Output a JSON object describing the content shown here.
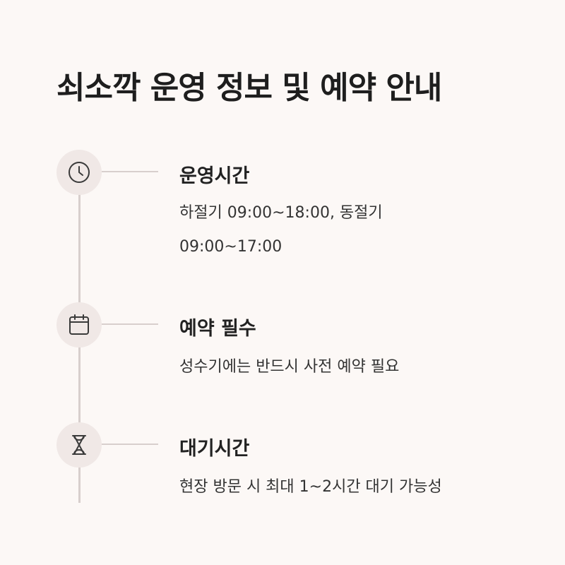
{
  "title": "쇠소깍 운영 정보 및 예약 안내",
  "items": [
    {
      "icon": "clock-icon",
      "heading": "운영시간",
      "desc_line1": "하절기 09:00~18:00, 동절기",
      "desc_line2": "09:00~17:00"
    },
    {
      "icon": "calendar-icon",
      "heading": "예약 필수",
      "desc_line1": "성수기에는 반드시 사전 예약 필요"
    },
    {
      "icon": "hourglass-icon",
      "heading": "대기시간",
      "desc_line1": "현장 방문 시 최대 1~2시간 대기 가능성"
    }
  ],
  "colors": {
    "background": "#fcf8f6",
    "line": "#d8cfcd",
    "icon_bg": "#f0e8e6",
    "icon_stroke": "#3a3a3a"
  }
}
